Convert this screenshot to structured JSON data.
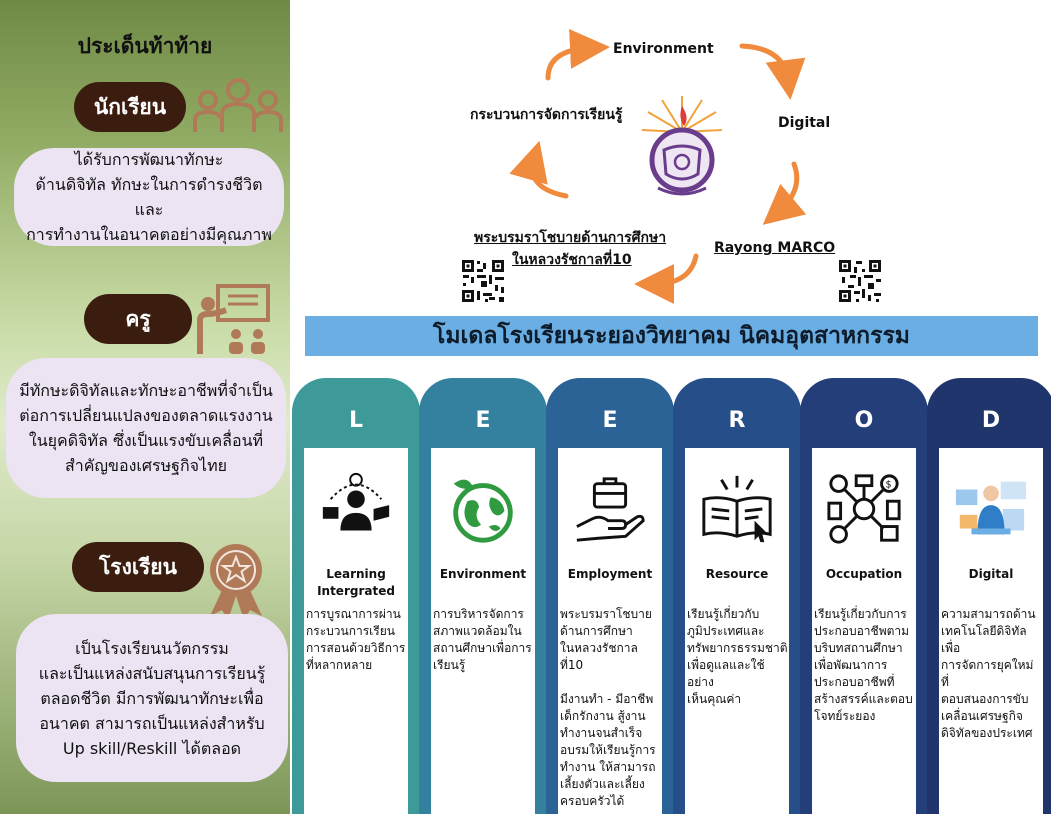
{
  "left_panel": {
    "title": "ประเด็นท้าท้าย",
    "student": {
      "label": "นักเรียน",
      "lines": [
        "ได้รับการพัฒนาทักษะ",
        "ด้านดิจิทัล ทักษะในการดำรงชีวิตและ",
        "การทำงานในอนาคตอย่างมีคุณภาพ"
      ]
    },
    "teacher": {
      "label": "ครู",
      "lines": [
        "มีทักษะดิจิทัลและทักษะอาชีพที่จำเป็น",
        "ต่อการเปลี่ยนแปลงของตลาดแรงงาน",
        "ในยุคดิจิทัล ซึ่งเป็นแรงขับเคลื่อนที่",
        "สำคัญของเศรษฐกิจไทย"
      ]
    },
    "school": {
      "label": "โรงเรียน",
      "lines": [
        "เป็นโรงเรียนนวัตกรรม",
        "และเป็นแหล่งสนับสนุนการเรียนรู้",
        "ตลอดชีวิต มีการพัฒนาทักษะเพื่อ",
        "อนาคต สามารถเป็นแหล่งสำหรับ",
        "Up skill/Reskill ได้ตลอด"
      ]
    }
  },
  "cycle": {
    "environment": "Environment",
    "digital": "Digital",
    "rayong": "Rayong MARCO",
    "policy_line1": "พระบรมราโชบายด้านการศึกษา",
    "policy_line2": "ในหลวงรัชกาลที่10",
    "learning": "กระบวนการจัดการเรียนรู้"
  },
  "banner": "โมเดลโรงเรียนระยองวิทยาคม นิคมอุตสาหกรรม",
  "colors": {
    "arrow": "#f08a3c",
    "banner": "#6aaee3",
    "pill": "#3b1d10",
    "icon_brown": "#b07a58"
  },
  "columns": [
    {
      "letter": "L",
      "color": "#3e9a98",
      "icon": "learning-icon",
      "name_lines": [
        "Learning",
        "Intergrated"
      ],
      "desc_lines": [
        "การบูรณาการผ่าน",
        "กระบวนการเรียน",
        "การสอนด้วยวิธีการ",
        "ที่หลากหลาย"
      ]
    },
    {
      "letter": "E",
      "color": "#33819f",
      "icon": "globe-icon",
      "name_lines": [
        "Environment"
      ],
      "desc_lines": [
        "การบริหารจัดการ",
        "สภาพแวดล้อมใน",
        "สถานศึกษาเพื่อการ",
        "เรียนรู้"
      ]
    },
    {
      "letter": "E",
      "color": "#2b6396",
      "icon": "briefcase-hand-icon",
      "name_lines": [
        "Employment"
      ],
      "desc_lines": [
        "พระบรมราโชบาย",
        "ด้านการศึกษา",
        "ในหลวงรัชกาลที่10",
        "",
        "มีงานทำ - มีอาชีพ",
        "เด็กรักงาน สู้งาน",
        "ทำงานจนสำเร็จ",
        "อบรมให้เรียนรู้การ",
        "ทำงาน ให้สามารถ",
        "เลี้ยงตัวและเลี้ยง",
        "ครอบครัวได้"
      ]
    },
    {
      "letter": "R",
      "color": "#264f89",
      "icon": "open-book-icon",
      "name_lines": [
        "Resource"
      ],
      "desc_lines": [
        " เรียนรู้เกี่ยวกับ",
        "ภูมิประเทศและ",
        "ทรัพยากรธรรมชาติ",
        "เพื่อดูแลและใช้อย่าง",
        "เห็นคุณค่า"
      ]
    },
    {
      "letter": "O",
      "color": "#233e78",
      "icon": "occupation-icon",
      "name_lines": [
        "Occupation"
      ],
      "desc_lines": [
        "เรียนรู้เกี่ยวกับการ",
        "ประกอบอาชีพตาม",
        "บริบทสถานศึกษา",
        "เพื่อพัฒนาการ",
        "ประกอบอาชีพที่",
        "สร้างสรรค์และตอบ",
        "โจทย์ระยอง"
      ]
    },
    {
      "letter": "D",
      "color": "#1f356b",
      "icon": "digital-icon",
      "name_lines": [
        "Digital"
      ],
      "desc_lines": [
        "ความสามารถด้าน",
        "เทคโนโลยีดิจิทัลเพื่อ",
        "การจัดการยุคใหม่ที่",
        "ตอบสนองการขับ",
        "เคลื่อนเศรษฐกิจ",
        "ดิจิทัลของประเทศ"
      ]
    }
  ]
}
